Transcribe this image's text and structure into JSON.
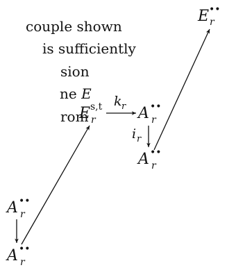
{
  "text_fragment": {
    "lines": [
      {
        "text": "couple shown"
      },
      {
        "text": "is sufficiently"
      },
      {
        "text": "sion"
      },
      {
        "before": "ne ",
        "math": "E",
        "after": ""
      },
      {
        "text": "rom"
      }
    ]
  },
  "diagram": {
    "nodes": {
      "e_top": {
        "base": "E",
        "sub": "r",
        "sup": "••"
      },
      "e_st": {
        "base": "E",
        "sub": "r",
        "sup": "s,t"
      },
      "a_mid_top": {
        "base": "A",
        "sub": "r",
        "sup": "••"
      },
      "a_mid_bot": {
        "base": "A",
        "sub": "r",
        "sup": "••"
      },
      "a_left_top": {
        "base": "A",
        "sub": "r",
        "sup": "••"
      },
      "a_left_bot": {
        "base": "A",
        "sub": "r",
        "sup": "••"
      }
    },
    "labels": {
      "k": {
        "base": "k",
        "sub": "r"
      },
      "i": {
        "base": "i",
        "sub": "r"
      }
    }
  }
}
